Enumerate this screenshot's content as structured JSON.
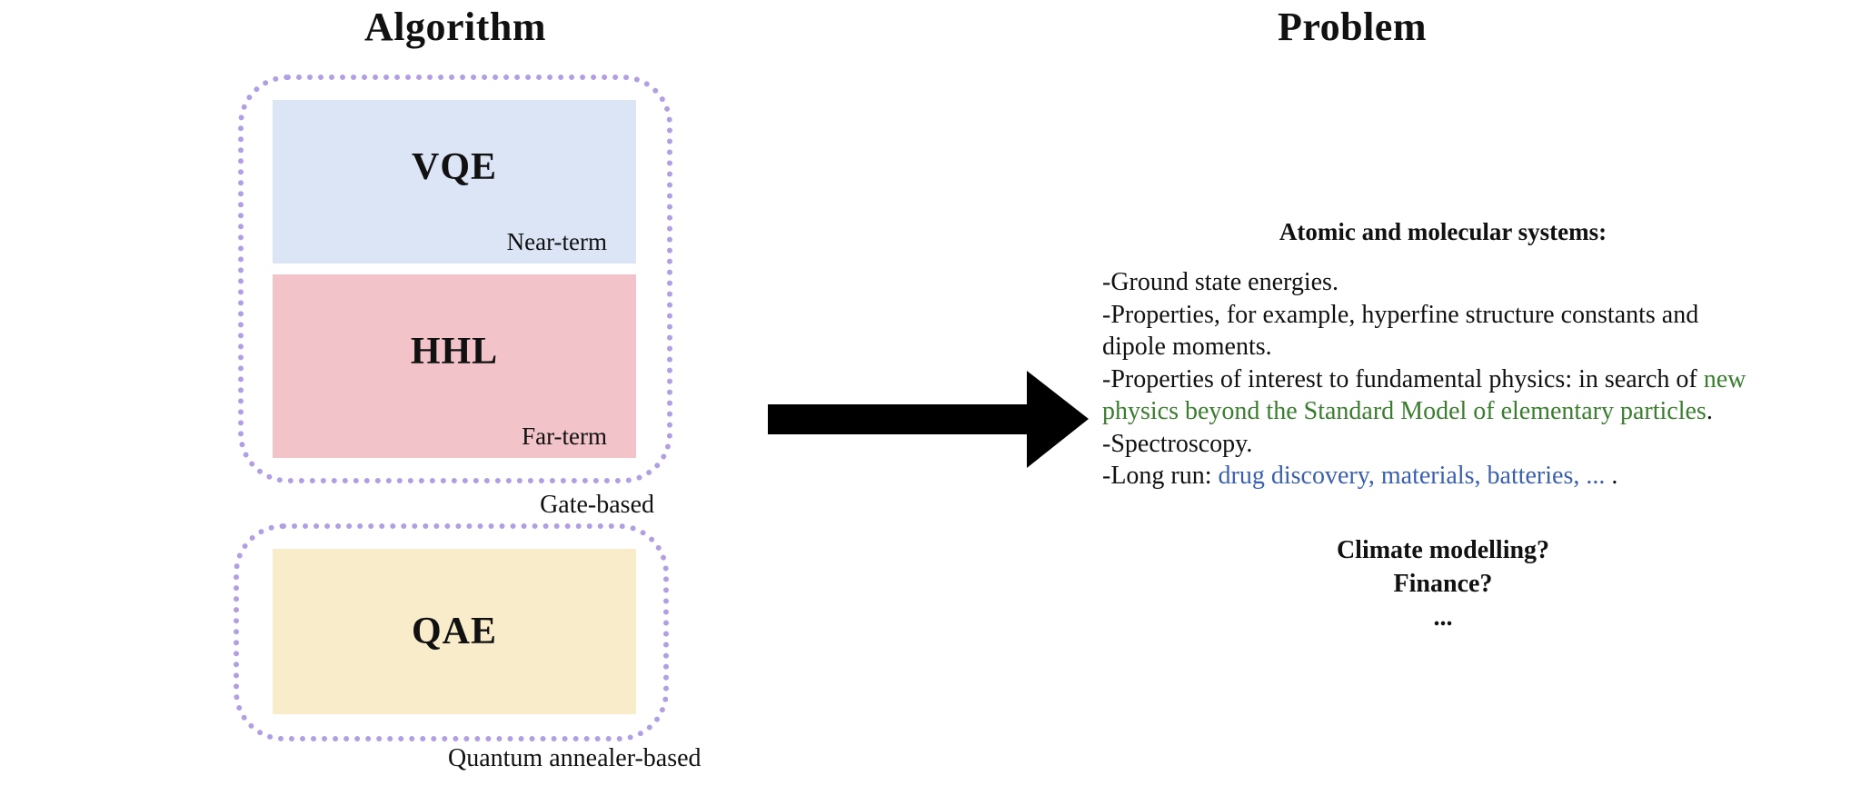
{
  "left": {
    "heading": "Algorithm",
    "border_color": "#b29fe3",
    "gate_group": {
      "caption": "Gate-based",
      "boxes": [
        {
          "label": "VQE",
          "sublabel": "Near-term",
          "color": "#dbe5f6"
        },
        {
          "label": "HHL",
          "sublabel": "Far-term",
          "color": "#f2c3c9"
        }
      ]
    },
    "annealer_group": {
      "caption": "Quantum annealer-based",
      "boxes": [
        {
          "label": "QAE",
          "sublabel": "",
          "color": "#f9ecca"
        }
      ]
    }
  },
  "arrow": {
    "color": "#000000",
    "direction": "right"
  },
  "right": {
    "heading": "Problem",
    "section_title": "Atomic and molecular systems:",
    "colors": {
      "green": "#3a7d2f",
      "blue": "#3b5fb0",
      "black": "#111111"
    },
    "lines": [
      {
        "segments": [
          {
            "text": "-Ground state energies.",
            "style": "default"
          }
        ]
      },
      {
        "segments": [
          {
            "text": "-Properties, for example, hyperfine structure constants and",
            "style": "default"
          }
        ]
      },
      {
        "segments": [
          {
            "text": "dipole moments.",
            "style": "default"
          }
        ]
      },
      {
        "segments": [
          {
            "text": "-Properties of interest to fundamental physics:  in search of ",
            "style": "default"
          },
          {
            "text": "new",
            "style": "green"
          }
        ]
      },
      {
        "segments": [
          {
            "text": "physics beyond the Standard Model of elementary particles",
            "style": "green"
          },
          {
            "text": ".",
            "style": "default"
          }
        ]
      },
      {
        "segments": [
          {
            "text": "-Spectroscopy.",
            "style": "default"
          }
        ]
      },
      {
        "segments": [
          {
            "text": "-Long run: ",
            "style": "default"
          },
          {
            "text": "drug discovery, materials, batteries, ...",
            "style": "blue",
            "link": true,
            "name": "link-drug-discovery"
          },
          {
            "text": " .",
            "style": "default"
          }
        ]
      }
    ],
    "footer_lines": [
      "Climate modelling?",
      "Finance?",
      "..."
    ]
  }
}
